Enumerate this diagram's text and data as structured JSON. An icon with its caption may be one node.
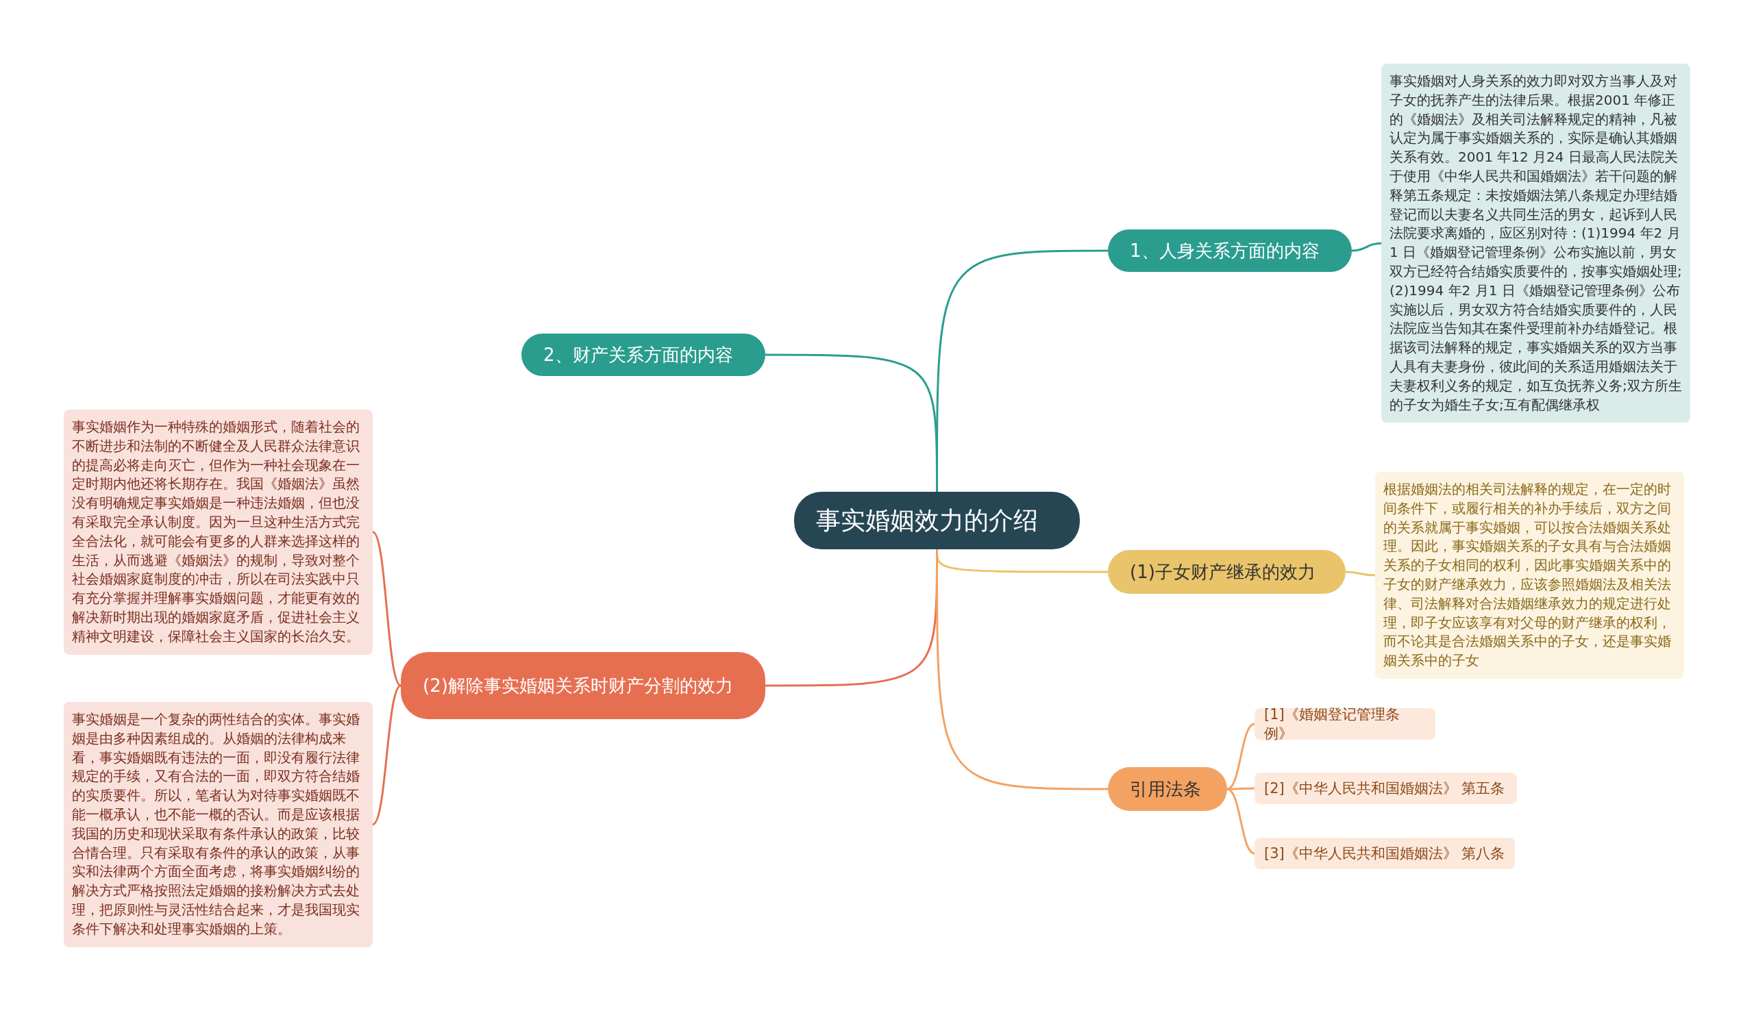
{
  "diagram": {
    "nodes": [
      {
        "text": [
          "事实婚姻效力的介绍"
        ]
      },
      {
        "text": [
          "1、人身关系方面的内容"
        ]
      },
      {
        "text": [
          "事实婚姻对人身关系的效力即对双方当事人及对子女的抚养产生的法律后果。根据2001 年修正的《婚姻法》及相关司法解释规定的精神，凡被认定为属于事实婚姻关系的，实际是确认其婚姻关系有效。2001 年12 月24 日最高人民法院关于使用《中华人民共和国婚姻法》若干问题的解释第五条规定：未按婚姻法第八条规定办理结婚登记而以夫妻名义共同生活的男女，起诉到人民法院要求离婚的，应区别对待：(1)1994 年2 月1 日《婚姻登记管理条例》公布实施以前，男女双方已经符合结婚实质要件的，按事实婚姻处理;(2)1994 年2 月1 日《婚姻登记管理条例》公布实施以后，男女双方符合结婚实质要件的，人民法院应当告知其在案件受理前补办结婚登记。根据该司法解释的规定，事实婚姻关系的双方当事人具有夫妻身份，彼此间的关系适用婚姻法关于夫妻权利义务的规定，如互负抚养义务;双方所生的子女为婚生子女;互有配偶继承权"
        ]
      },
      {
        "text": [
          "2、财产关系方面的内容"
        ]
      },
      {
        "text": [
          "(1)子女财产继承的效力"
        ]
      },
      {
        "text": [
          "根据婚姻法的相关司法解释的规定，在一定的时间条件下，或履行相关的补办手续后，双方之间的关系就属于事实婚姻，可以按合法婚姻关系处理。因此，事实婚姻关系的子女具有与合法婚姻关系的子女相同的权利，因此事实婚姻关系中的子女的财产继承效力，应该参照婚姻法及相关法律、司法解释对合法婚姻继承效力的规定进行处理，即子女应该享有对父母的财产继承的权利，而不论其是合法婚姻关系中的子女，还是事实婚姻关系中的子女"
        ]
      },
      {
        "text": [
          "(2)解除事实婚姻关系时财产分割的效力"
        ]
      },
      {
        "text": [
          "事实婚姻作为一种特殊的婚姻形式，随着社会的不断进步和法制的不断健全及人民群众法律意识的提高必将走向灭亡，但作为一种社会现象在一定时期内他还将长期存在。我国《婚姻法》虽然没有明确规定事实婚姻是一种违法婚姻，但也没有采取完全承认制度。因为一旦这种生活方式完全合法化，就可能会有更多的人群来选择这样的生活，从而逃避《婚姻法》的规制，导致对整个社会婚姻家庭制度的冲击，所以在司法实践中只有充分掌握并理解事实婚姻问题，才能更有效的解决新时期出现的婚姻家庭矛盾，促进社会主义精神文明建设，保障社会主义国家的长治久安。"
        ]
      },
      {
        "text": [
          "事实婚姻是一个复杂的两性结合的实体。事实婚姻是由多种因素组成的。从婚姻的法律构成来看，事实婚姻既有违法的一面，即没有履行法律规定的手续，又有合法的一面，即双方符合结婚的实质要件。所以，笔者认为对待事实婚姻既不能一概承认，也不能一概的否认。而是应该根据我国的历史和现状采取有条件承认的政策，比较合情合理。只有采取有条件的承认的政策，从事实和法律两个方面全面考虑，将事实婚姻纠纷的解决方式严格按照法定婚姻的接粉解决方式去处理，把原则性与灵活性结合起来，才是我国现实条件下解决和处理事实婚姻的上策。"
        ]
      },
      {
        "text": [
          "引用法条"
        ]
      },
      {
        "text": [
          "[1]《婚姻登记管理条例》"
        ]
      },
      {
        "text": [
          "[2]《中华人民共和国婚姻法》 第五条"
        ]
      },
      {
        "text": [
          "[3]《中华人民共和国婚姻法》 第八条"
        ]
      }
    ],
    "edges": [
      {
        "from": 0,
        "to": 1,
        "arrow": "none",
        "color": "#2a9d8f"
      },
      {
        "from": 1,
        "to": 2,
        "arrow": "none",
        "color": "#2a9d8f"
      },
      {
        "from": 0,
        "to": 3,
        "arrow": "none",
        "color": "#2a9d8f"
      },
      {
        "from": 0,
        "to": 4,
        "arrow": "none",
        "color": "#e9c46a"
      },
      {
        "from": 4,
        "to": 5,
        "arrow": "none",
        "color": "#e9c46a"
      },
      {
        "from": 0,
        "to": 6,
        "arrow": "none",
        "color": "#e76f51"
      },
      {
        "from": 6,
        "to": 7,
        "arrow": "none",
        "color": "#e76f51"
      },
      {
        "from": 6,
        "to": 8,
        "arrow": "none",
        "color": "#e76f51"
      },
      {
        "from": 0,
        "to": 9,
        "arrow": "none",
        "color": "#f4a261"
      },
      {
        "from": 9,
        "to": 10,
        "arrow": "none",
        "color": "#f4a261"
      },
      {
        "from": 9,
        "to": 11,
        "arrow": "none",
        "color": "#f4a261"
      },
      {
        "from": 9,
        "to": 12,
        "arrow": "none",
        "color": "#f4a261"
      }
    ]
  }
}
